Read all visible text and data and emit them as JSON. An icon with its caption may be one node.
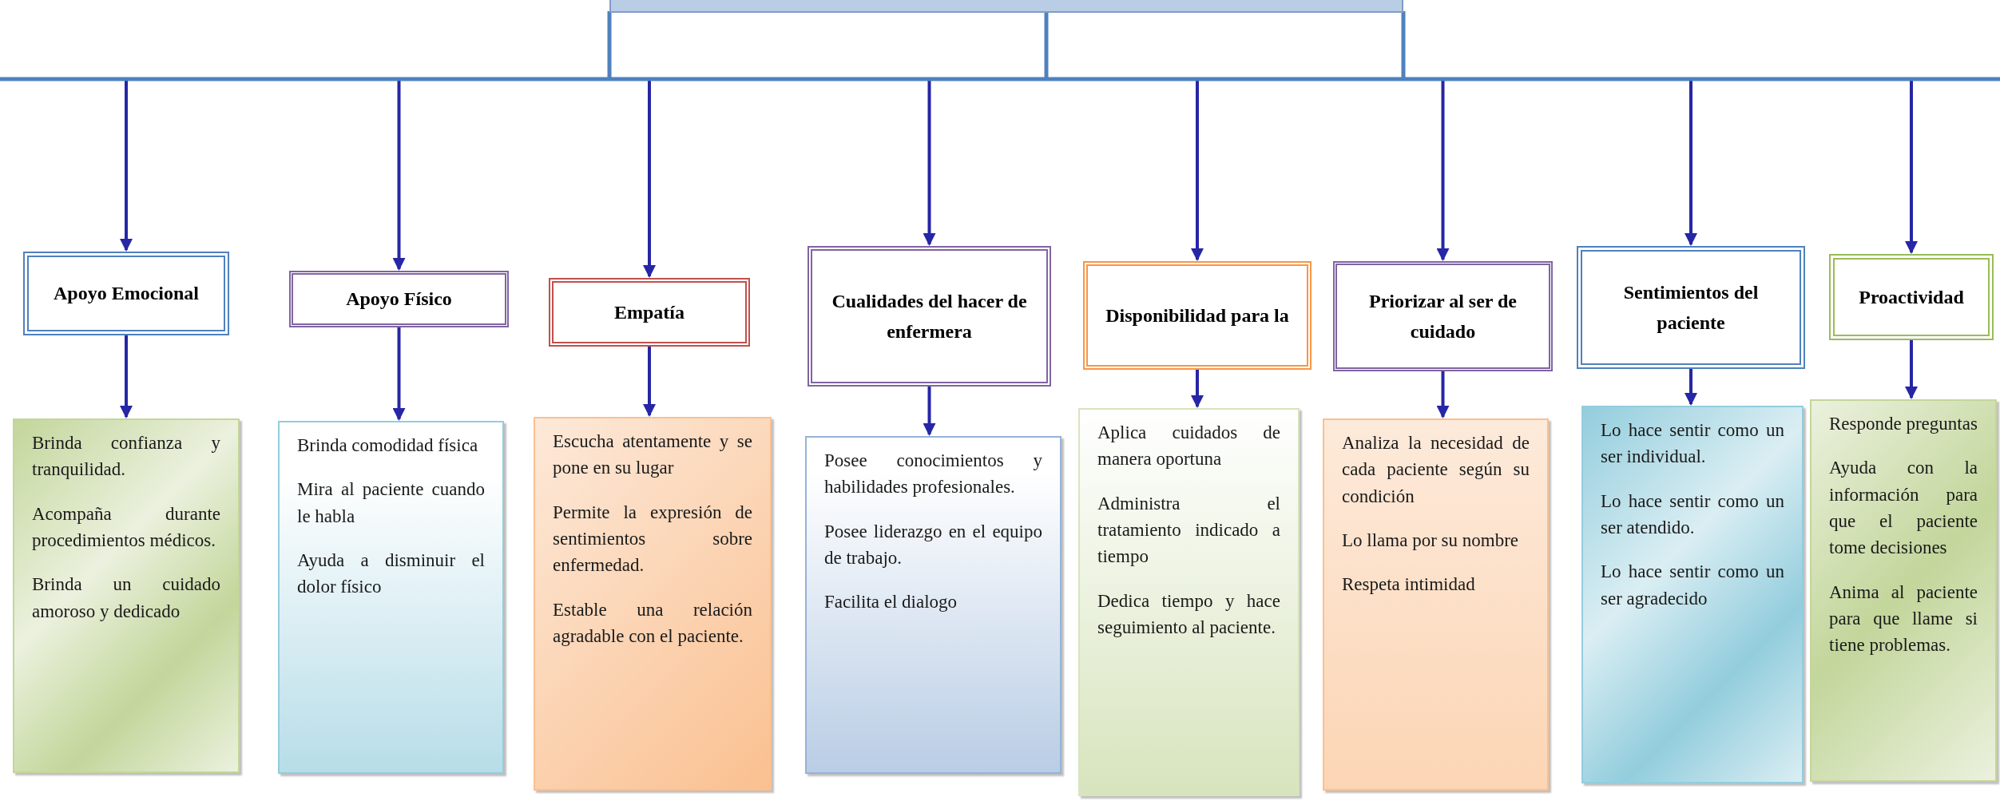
{
  "diagram": {
    "nodes": [
      {
        "text": [],
        "shape": "box"
      },
      {
        "text": [
          "Apoyo Emocional"
        ]
      },
      {
        "text": [
          "Brinda confianza y tranquilidad.",
          "Acompaña durante procedimientos médicos.",
          "Brinda un cuidado amoroso y dedicado"
        ]
      },
      {
        "text": [
          "Apoyo Físico"
        ]
      },
      {
        "text": [
          "Brinda comodidad física",
          "Mira al paciente cuando le habla",
          "Ayuda a disminuir el dolor físico"
        ]
      },
      {
        "text": [
          "Empatía"
        ]
      },
      {
        "text": [
          "Escucha atentamente y se pone en su lugar",
          "Permite la expresión de sentimientos sobre enfermedad.",
          "Estable una relación agradable con el paciente."
        ]
      },
      {
        "text": [
          "Cualidades del hacer de enfermera"
        ]
      },
      {
        "text": [
          "Posee conocimientos y habilidades profesionales.",
          "Posee liderazgo en el equipo de trabajo.",
          "Facilita el dialogo"
        ]
      },
      {
        "text": [
          "Disponibilidad para la"
        ]
      },
      {
        "text": [
          "Aplica cuidados de manera oportuna",
          "Administra el tratamiento indicado a tiempo",
          "Dedica tiempo y hace seguimiento al paciente."
        ]
      },
      {
        "text": [
          "Priorizar al ser de cuidado"
        ]
      },
      {
        "text": [
          "Analiza la necesidad de cada paciente según su condición",
          "Lo llama por su nombre",
          "Respeta intimidad"
        ]
      },
      {
        "text": [
          "Sentimientos del paciente"
        ]
      },
      {
        "text": [
          "Lo hace sentir como un ser individual.",
          "Lo hace sentir como un ser atendido.",
          "Lo hace sentir como un ser agradecido"
        ]
      },
      {
        "text": [
          "Proactividad"
        ]
      },
      {
        "text": [
          "Responde preguntas",
          "Ayuda con la información para que el paciente tome decisiones",
          "Anima al paciente para que llame si tiene problemas."
        ]
      }
    ],
    "edges": [
      {
        "from": 0,
        "to": 1,
        "arrow": "to"
      },
      {
        "from": 0,
        "to": 3,
        "arrow": "to"
      },
      {
        "from": 0,
        "to": 5,
        "arrow": "to"
      },
      {
        "from": 0,
        "to": 7,
        "arrow": "to"
      },
      {
        "from": 0,
        "to": 9,
        "arrow": "to"
      },
      {
        "from": 0,
        "to": 11,
        "arrow": "to"
      },
      {
        "from": 0,
        "to": 13,
        "arrow": "to"
      },
      {
        "from": 0,
        "to": 15,
        "arrow": "to"
      },
      {
        "from": 1,
        "to": 2,
        "arrow": "to"
      },
      {
        "from": 3,
        "to": 4,
        "arrow": "to"
      },
      {
        "from": 5,
        "to": 6,
        "arrow": "to"
      },
      {
        "from": 7,
        "to": 8,
        "arrow": "to"
      },
      {
        "from": 9,
        "to": 10,
        "arrow": "to"
      },
      {
        "from": 11,
        "to": 12,
        "arrow": "to"
      },
      {
        "from": 13,
        "to": 14,
        "arrow": "to"
      },
      {
        "from": 15,
        "to": 16,
        "arrow": "to"
      }
    ]
  }
}
